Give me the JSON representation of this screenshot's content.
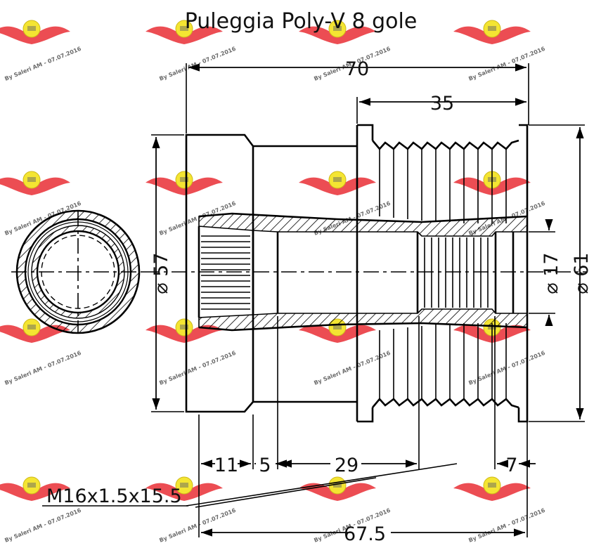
{
  "title": "Puleggia Poly-V 8 gole",
  "dimensions": {
    "overall_length": "70",
    "pulley_length": "35",
    "flange_length": "11",
    "neck_length": "5",
    "bore_length": "29",
    "end_length": "7",
    "total_bottom": "67.5",
    "diameter_flange": "⌀ 57",
    "diameter_bore": "⌀ 17",
    "diameter_pulley": "⌀ 61",
    "thread_callout": "M16x1.5x15.5"
  },
  "watermark": {
    "text": "By Saleri AM - 07.07.2016"
  },
  "colors": {
    "line": "#000000",
    "watermark_wing": "#e8232a",
    "watermark_badge": "#f3e21b",
    "watermark_text": "#6a6a6a"
  }
}
